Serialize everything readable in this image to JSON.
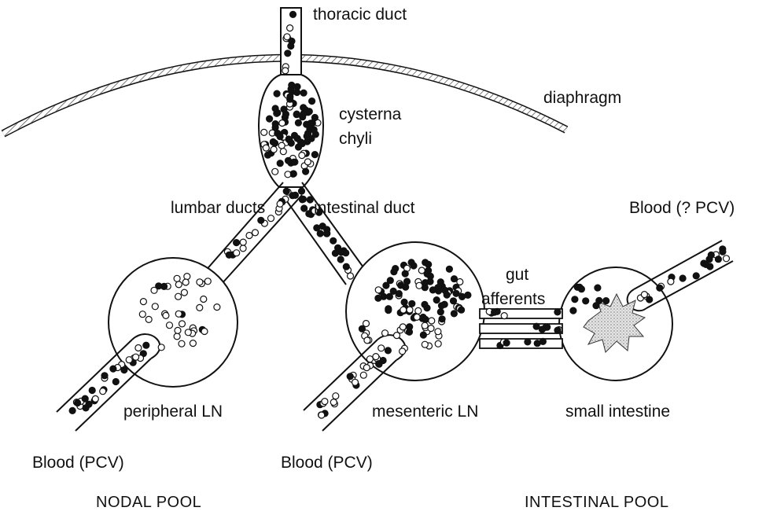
{
  "labels": {
    "thoracic_duct": "thoracic duct",
    "cysterna_line1": "cysterna",
    "cysterna_line2": "chyli",
    "diaphragm": "diaphragm",
    "lumbar_ducts": "lumbar ducts",
    "intestinal_duct": "intestinal duct",
    "blood_pcv_question": "Blood (? PCV)",
    "gut_line1": "gut",
    "gut_line2": "afferents",
    "peripheral_ln": "peripheral LN",
    "mesenteric_ln": "mesenteric LN",
    "small_intestine": "small intestine",
    "blood_pcv_left": "Blood (PCV)",
    "blood_pcv_middle": "Blood (PCV)",
    "nodal_pool": "NODAL POOL",
    "intestinal_pool": "INTESTINAL POOL"
  },
  "colors": {
    "ink": "#111111",
    "background": "#ffffff",
    "villus_fill": "#cfcfcf"
  }
}
